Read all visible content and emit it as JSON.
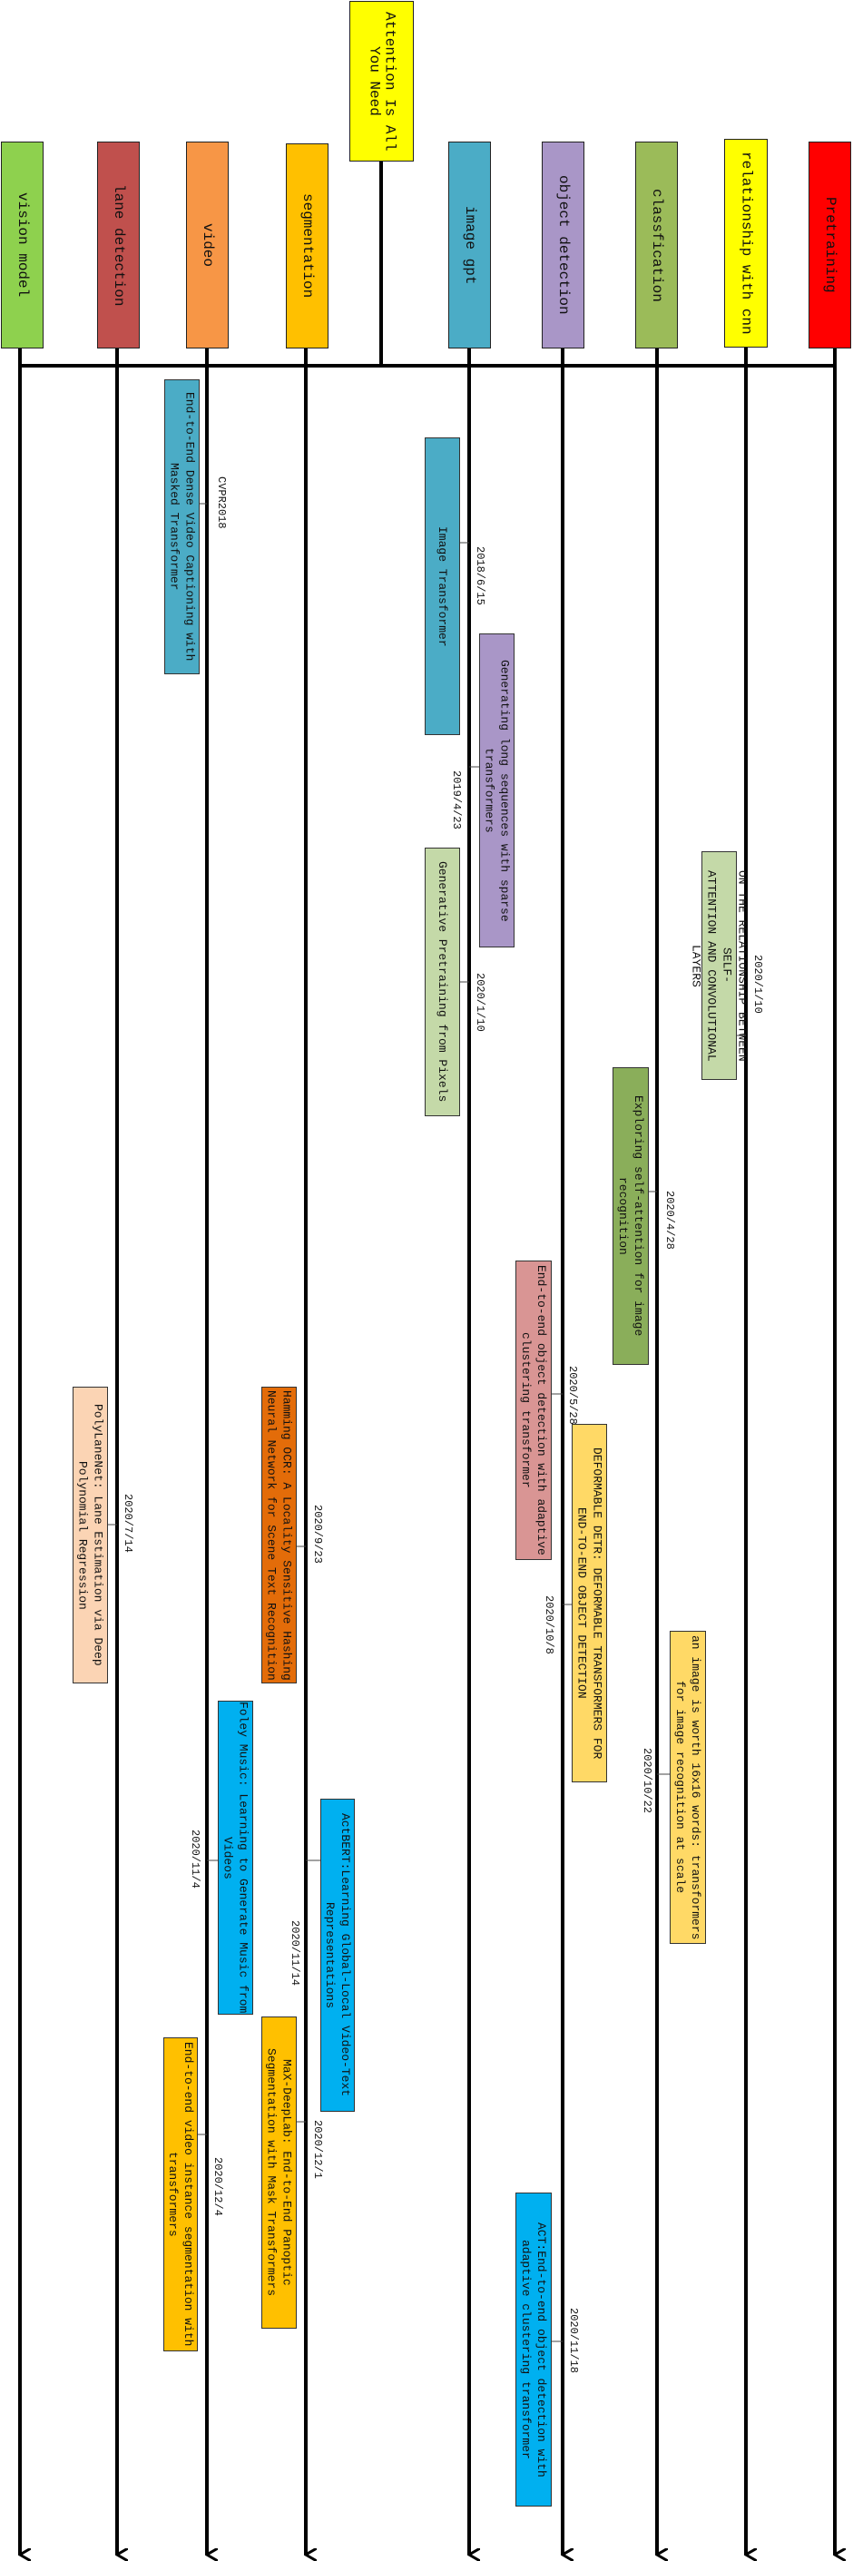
{
  "title": "Attention Is All You Need",
  "categories": [
    {
      "id": "vision-model",
      "label": "vision model",
      "color": "#8ED14E"
    },
    {
      "id": "lane-detection",
      "label": "lane detection",
      "color": "#C0504D"
    },
    {
      "id": "video",
      "label": "video",
      "color": "#F79646"
    },
    {
      "id": "segmentation",
      "label": "segmentation",
      "color": "#FFC000"
    },
    {
      "id": "image-gpt",
      "label": "image gpt",
      "color": "#4BACC6"
    },
    {
      "id": "object-detection",
      "label": "object detection",
      "color": "#A996C7"
    },
    {
      "id": "classfication",
      "label": "classfication",
      "color": "#9BBB59"
    },
    {
      "id": "relationship-with-cnn",
      "label": "relationship with cnn",
      "color": "#FFFF00"
    },
    {
      "id": "pretraining",
      "label": "Pretraining",
      "color": "#FF0000"
    }
  ],
  "papers": [
    {
      "id": "p1",
      "text": "End-to-End Dense Video Captioning with\nMasked Transformer",
      "date": "CVPR2018",
      "color": "#4BACC6"
    },
    {
      "id": "p2",
      "text": "Image Transformer",
      "date": "2018/6/15",
      "color": "#4BACC6"
    },
    {
      "id": "p3",
      "text": "Generating long sequences with sparse\ntransformers",
      "date": "2019/4/23",
      "color": "#A996C7"
    },
    {
      "id": "p4",
      "text": "Generative Pretraining from Pixels",
      "date": "2020/1/10",
      "color": "#C4D9A8"
    },
    {
      "id": "p5",
      "text": "ON THE RELATIONSHIP BETWEEN SELF-\nATTENTION AND CONVOLUTIONAL LAYERS",
      "date": "2020/1/10",
      "color": "#C4D9A8"
    },
    {
      "id": "p6",
      "text": "Exploring self-attention for image\nrecognition",
      "date": "2020/4/28",
      "color": "#8AAE5A"
    },
    {
      "id": "p7",
      "text": "End-to-end object detection with adaptive\nclustering transformer",
      "date": "2020/5/28",
      "color": "#D99594"
    },
    {
      "id": "p8",
      "text": "PolyLaneNet: Lane Estimation via Deep\nPolynomial Regression",
      "date": "2020/7/14",
      "color": "#FBD4B4"
    },
    {
      "id": "p9",
      "text": "Hamming OCR: A Locality Sensitive Hashing\nNeural Network for Scene Text Recognition",
      "date": "2020/9/23",
      "color": "#E36C09"
    },
    {
      "id": "p10",
      "text": "DEFORMABLE DETR: DEFORMABLE TRANSFORMERS FOR\nEND-TO-END OBJECT DETECTION",
      "date": "2020/10/8",
      "color": "#FFD966"
    },
    {
      "id": "p11",
      "text": "an image is worth 16x16 words: transformers\nfor image recognition at scale",
      "date": "2020/10/22",
      "color": "#FFD966"
    },
    {
      "id": "p12",
      "text": "Foley Music: Learning to Generate Music from\nVideos",
      "date": "2020/11/4",
      "color": "#00B0F0"
    },
    {
      "id": "p13",
      "text": "ActBERT:Learning Global-Local Video-Text\nRepresentations",
      "date": "2020/11/14",
      "color": "#00B0F0"
    },
    {
      "id": "p14",
      "text": "MaX-DeepLab: End-to-End Panoptic\nSegmentation with Mask Transformers",
      "date": "2020/12/1",
      "color": "#FFC000"
    },
    {
      "id": "p15",
      "text": "End-to-end video instance segmentation with\ntransformers",
      "date": "2020/12/4",
      "color": "#FFC000"
    },
    {
      "id": "p16",
      "text": "ACT:End-to-end object detection with\nadaptive clustering transformer",
      "date": "2020/11/18",
      "color": "#00B0F0"
    }
  ]
}
